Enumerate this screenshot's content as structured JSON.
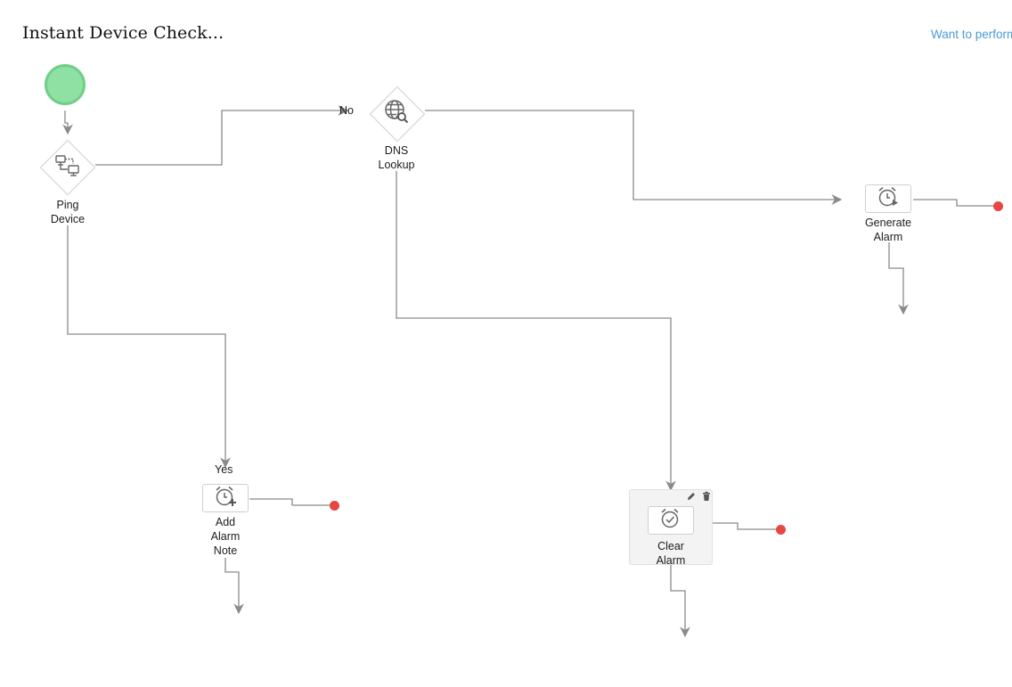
{
  "header": {
    "title": "Instant Device Check...",
    "help_link": "Want to perform"
  },
  "workflow": {
    "start": {
      "name": "start-event",
      "color": "#8fe0a3"
    },
    "nodes": {
      "ping": {
        "label": "Ping\nDevice",
        "icon": "network-computers-icon"
      },
      "dns": {
        "label": "DNS\nLookup",
        "icon": "globe-search-icon"
      },
      "generate_alarm": {
        "label": "Generate\nAlarm",
        "icon": "alarm-clock-play-icon"
      },
      "add_alarm_note": {
        "label": "Add\nAlarm\nNote",
        "icon": "alarm-clock-plus-icon"
      },
      "clear_alarm": {
        "label": "Clear\nAlarm",
        "icon": "alarm-clock-check-icon"
      }
    },
    "edge_labels": {
      "no": "No",
      "yes": "Yes"
    },
    "clear_alarm_actions": {
      "edit_icon": "pencil-icon",
      "delete_icon": "trash-icon"
    },
    "colors": {
      "connector": "#8a8a8a",
      "end_dot": "#e84545",
      "link": "#4a9ad6"
    }
  }
}
